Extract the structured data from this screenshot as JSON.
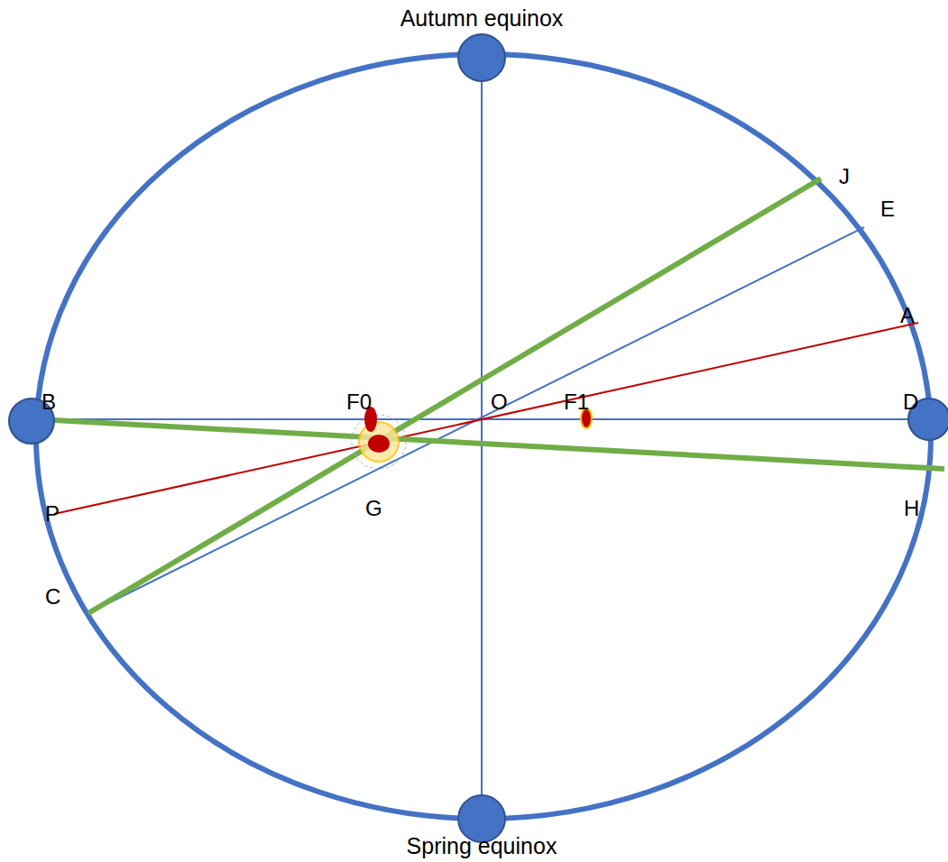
{
  "diagram": {
    "labels": [
      "Autumn equinox",
      "J",
      "E",
      "A",
      "B",
      "F0",
      "O",
      "F1",
      "D",
      "P",
      "G",
      "H",
      "C",
      "Spring equinox"
    ]
  }
}
